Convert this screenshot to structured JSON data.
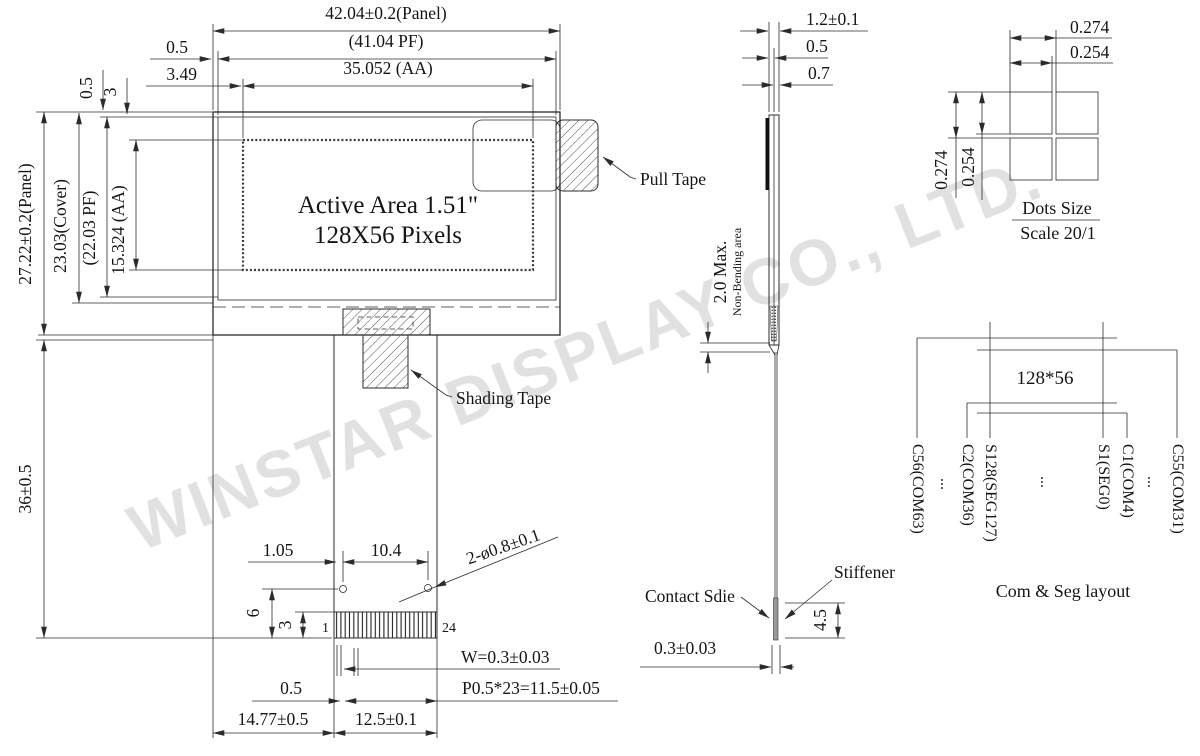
{
  "watermark": "WINSTAR DISPLAY CO., LTD.",
  "front": {
    "w_panel": "42.04±0.2(Panel)",
    "w_pf": "(41.04  PF)",
    "w_aa": "35.052 (AA)",
    "off_pf_x": "0.5",
    "off_aa_x": "3.49",
    "off_cover_y": "0.5",
    "off_aa_y": "3",
    "h_panel": "27.22±0.2(Panel)",
    "h_cover": "23.03(Cover)",
    "h_pf": "(22.03  PF)",
    "h_aa": "15.324 (AA)",
    "tail_len": "36±0.5",
    "aa1": "Active Area 1.51\"",
    "aa2": "128X56 Pixels",
    "pull_tape": "Pull Tape",
    "shading_tape": "Shading Tape",
    "hole_off": "1.05",
    "hole_pitch": "10.4",
    "holes": "2-ø0.8±0.1",
    "h6": "6",
    "h3": "3",
    "pin_first": "1",
    "pin_last": "24",
    "pin_w": "W=0.3±0.03",
    "pin_pitch": "P0.5*23=11.5±0.05",
    "gap": "0.5",
    "tail_off": "14.77±0.5",
    "tail_w": "12.5±0.1"
  },
  "side": {
    "t_total": "1.2±0.1",
    "t_cover": "0.5",
    "t_panel": "0.7",
    "bend": "2.0 Max.",
    "bend_note": "Non-Bending area",
    "contact": "Contact Sdie",
    "stiffener": "Stiffener",
    "stiff_h": "4.5",
    "fpc_t": "0.3±0.03"
  },
  "dots": {
    "pitch_x": "0.274",
    "dot_x": "0.254",
    "pitch_y": "0.274",
    "dot_y": "0.254",
    "title": "Dots Size",
    "scale": "Scale 20/1"
  },
  "comseg": {
    "res": "128*56",
    "caption": "Com & Seg layout",
    "l_c56": "C56(COM63)",
    "l_c2": "C2(COM36)",
    "l_s128": "S128(SEG127)",
    "l_s1": "S1(SEG0)",
    "l_c1": "C1(COM4)",
    "l_c55": "C55(COM31)",
    "dots": "..."
  }
}
